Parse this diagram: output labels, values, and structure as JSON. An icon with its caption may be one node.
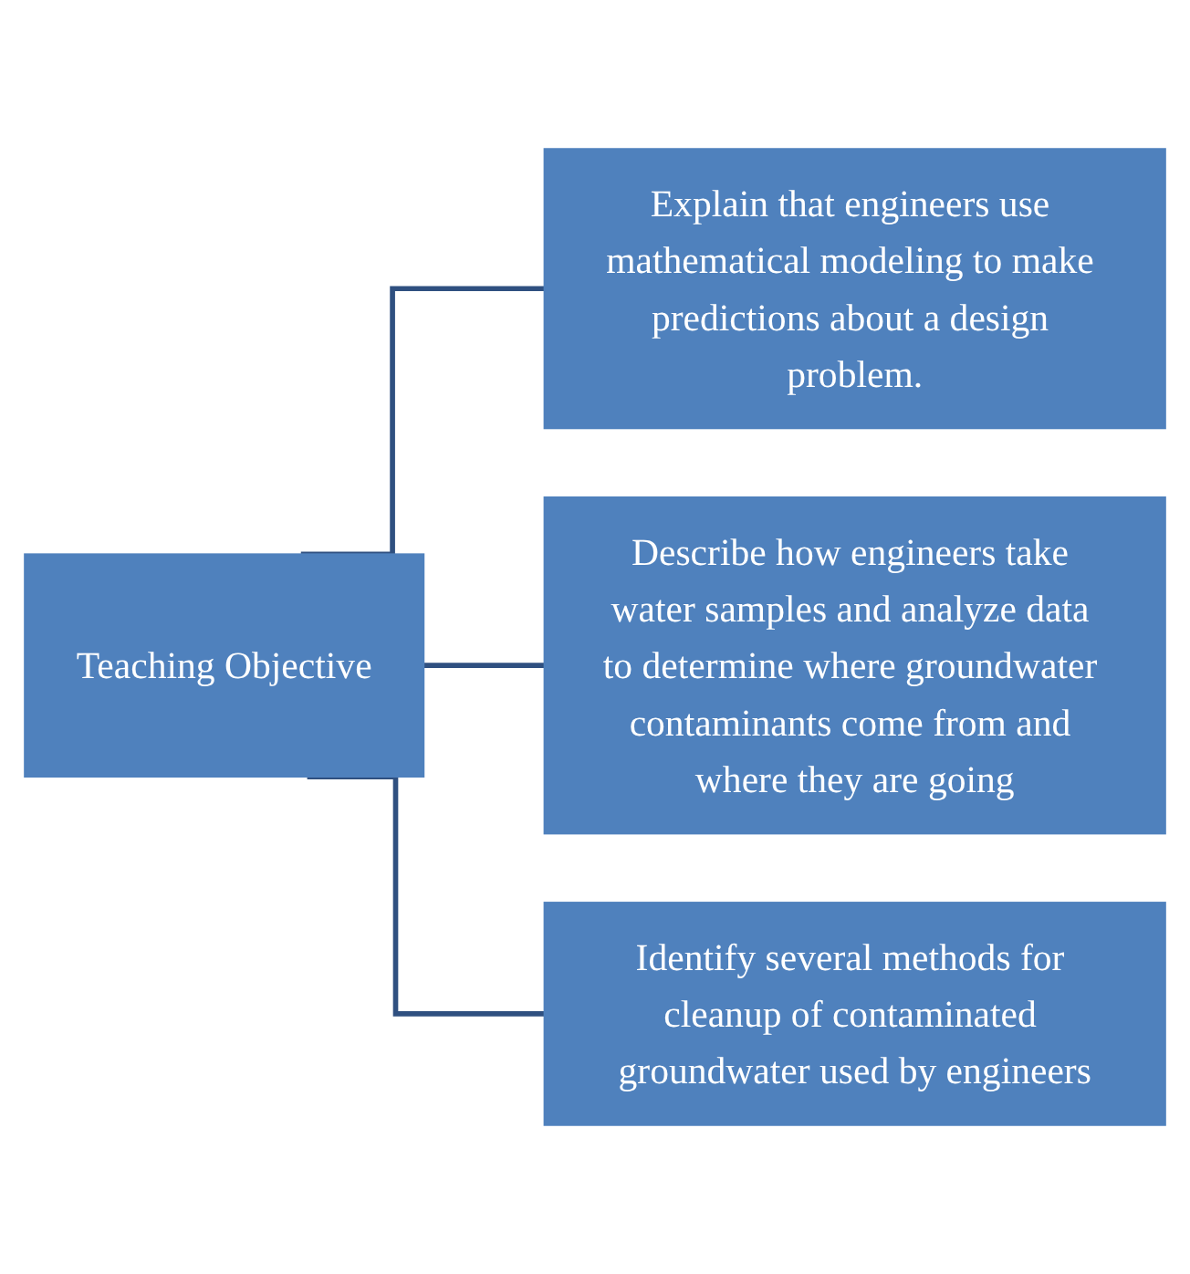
{
  "diagram": {
    "nodes": [
      {
        "text": [
          "Teaching Objective"
        ]
      },
      {
        "text": [
          "Explain that engineers use mathematical modeling to make predictions about a design problem."
        ]
      },
      {
        "text": [
          "Describe how engineers take water samples and analyze data to determine where groundwater contaminants come from and where they are going"
        ]
      },
      {
        "text": [
          "Identify several methods for cleanup of contaminated groundwater used by engineers"
        ]
      }
    ],
    "edges": [
      {
        "from": 0,
        "to": 1,
        "arrow": "none"
      },
      {
        "from": 0,
        "to": 2,
        "arrow": "none"
      },
      {
        "from": 0,
        "to": 3,
        "arrow": "none"
      }
    ]
  }
}
